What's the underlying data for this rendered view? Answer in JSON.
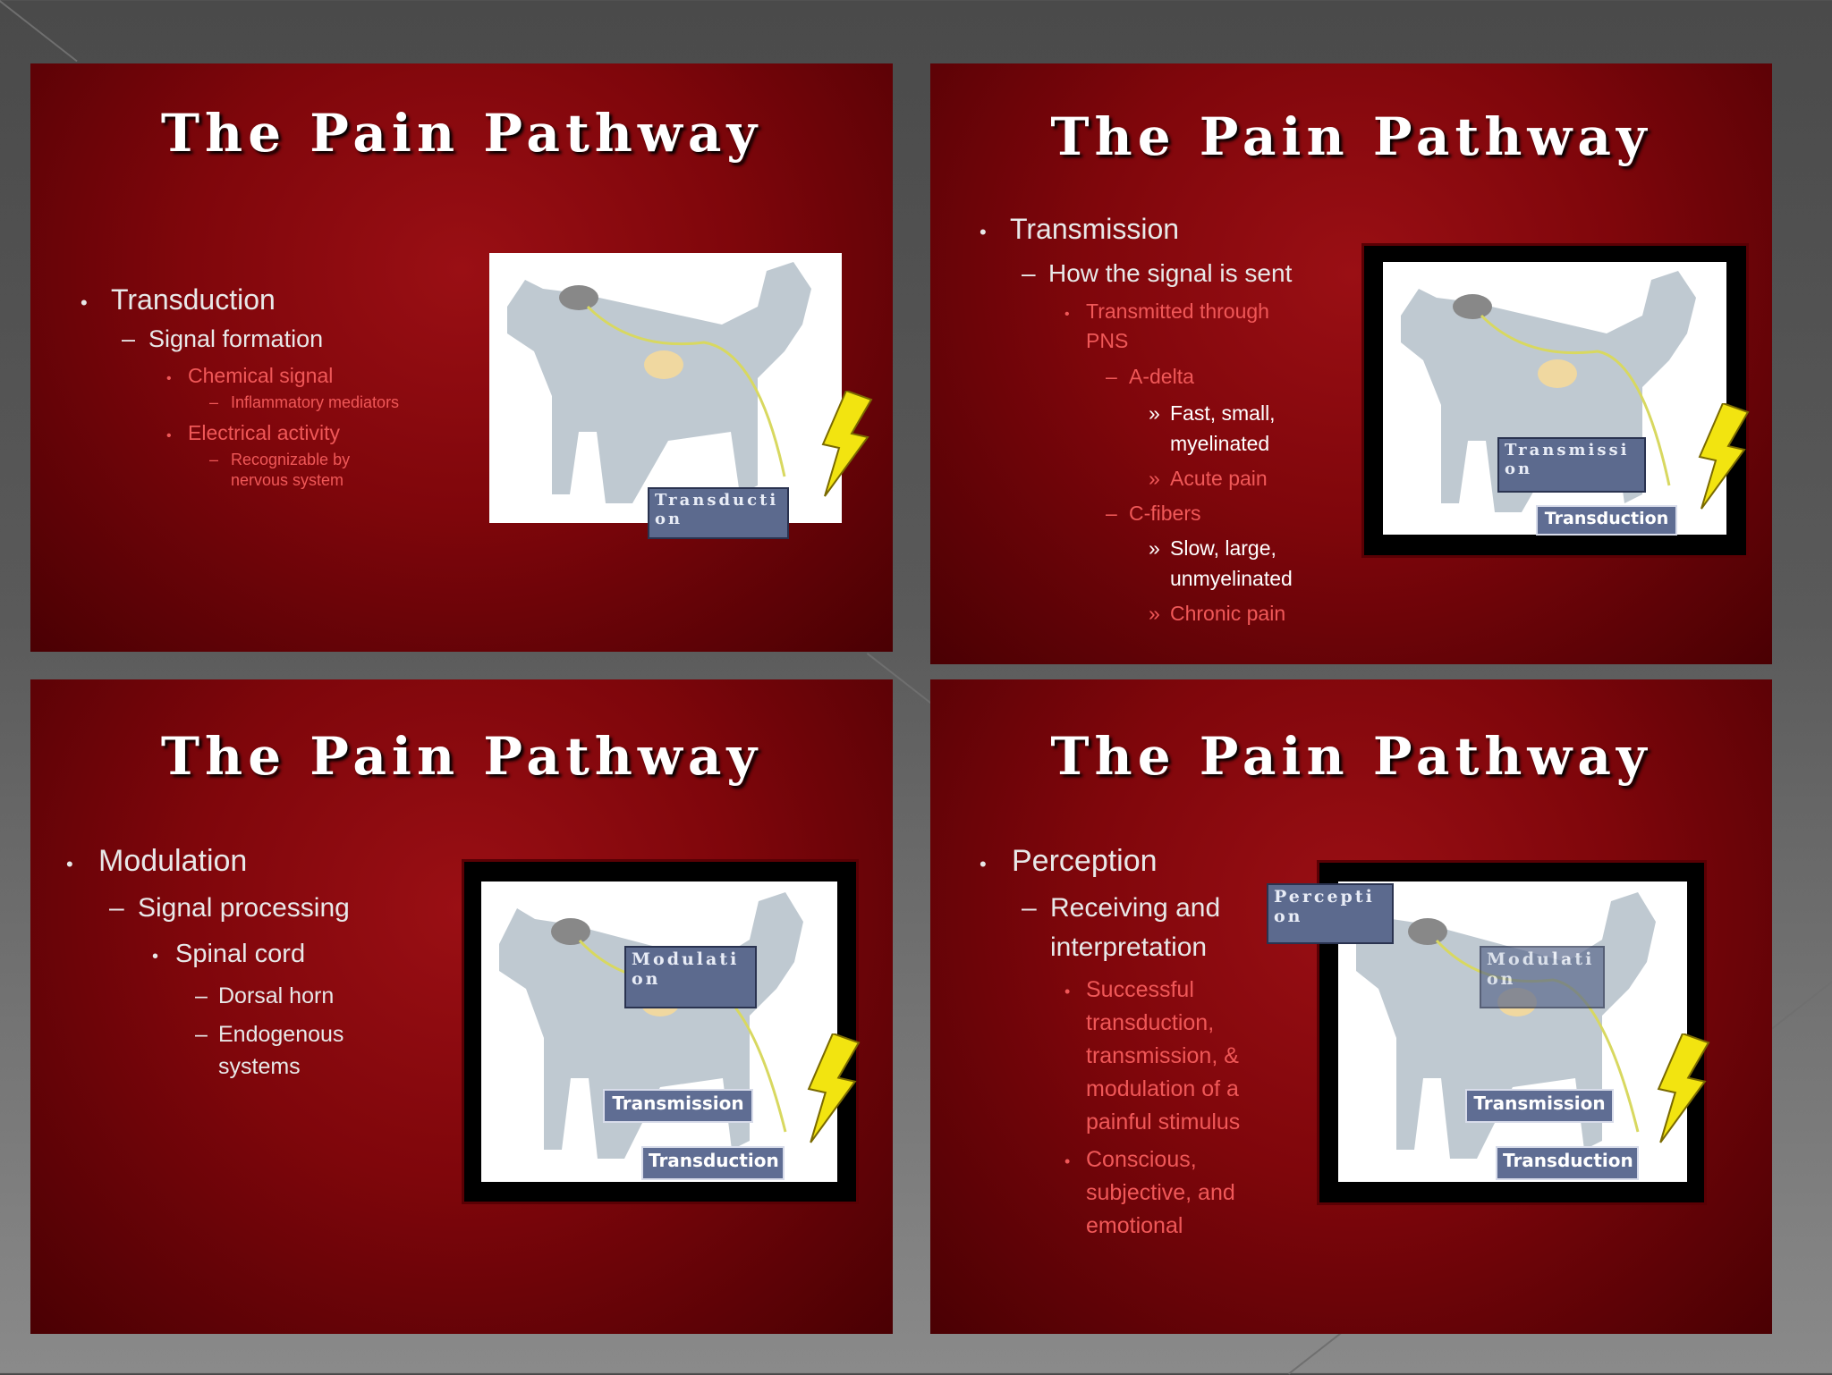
{
  "slides": [
    {
      "title": "The Pain Pathway",
      "bullets": [
        {
          "marker": "•",
          "text": "Transduction"
        },
        {
          "marker": "–",
          "text": "Signal formation"
        },
        {
          "marker": "•",
          "text": "Chemical signal"
        },
        {
          "marker": "–",
          "text": "Inflammatory mediators"
        },
        {
          "marker": "•",
          "text": "Electrical activity"
        },
        {
          "marker": "–",
          "text": "Recognizable by"
        },
        {
          "marker": "",
          "text": "nervous system"
        }
      ],
      "labels": {
        "transduction": "Transduction"
      }
    },
    {
      "title": "The Pain Pathway",
      "bullets": [
        {
          "marker": "•",
          "text": "Transmission"
        },
        {
          "marker": "–",
          "text": "How the signal is sent"
        },
        {
          "marker": "•",
          "text": "Transmitted through"
        },
        {
          "marker": "",
          "text": "PNS"
        },
        {
          "marker": "–",
          "text": "A-delta"
        },
        {
          "marker": "»",
          "text": "Fast, small,"
        },
        {
          "marker": "",
          "text": "myelinated"
        },
        {
          "marker": "»",
          "text": "Acute pain"
        },
        {
          "marker": "–",
          "text": "C-fibers"
        },
        {
          "marker": "»",
          "text": "Slow, large,"
        },
        {
          "marker": "",
          "text": "unmyelinated"
        },
        {
          "marker": "»",
          "text": "Chronic pain"
        }
      ],
      "labels": {
        "transmission": "Transmission",
        "transduction": "Transduction"
      }
    },
    {
      "title": "The Pain Pathway",
      "bullets": [
        {
          "marker": "•",
          "text": "Modulation"
        },
        {
          "marker": "–",
          "text": "Signal processing"
        },
        {
          "marker": "•",
          "text": "Spinal cord"
        },
        {
          "marker": "–",
          "text": "Dorsal horn"
        },
        {
          "marker": "–",
          "text": "Endogenous"
        },
        {
          "marker": "",
          "text": "systems"
        }
      ],
      "labels": {
        "modulation": "Modulation",
        "transmission": "Transmission",
        "transduction": "Transduction"
      }
    },
    {
      "title": "The Pain Pathway",
      "bullets": [
        {
          "marker": "•",
          "text": "Perception"
        },
        {
          "marker": "–",
          "text": "Receiving and"
        },
        {
          "marker": "",
          "text": "interpretation"
        },
        {
          "marker": "•",
          "text": "Successful"
        },
        {
          "marker": "",
          "text": "transduction,"
        },
        {
          "marker": "",
          "text": "transmission, &"
        },
        {
          "marker": "",
          "text": "modulation of a"
        },
        {
          "marker": "",
          "text": "painful stimulus"
        },
        {
          "marker": "•",
          "text": "Conscious,"
        },
        {
          "marker": "",
          "text": "subjective, and"
        },
        {
          "marker": "",
          "text": "emotional"
        }
      ],
      "labels": {
        "perception": "Perception",
        "modulation": "Modulation",
        "transmission": "Transmission",
        "transduction": "Transduction"
      }
    }
  ]
}
